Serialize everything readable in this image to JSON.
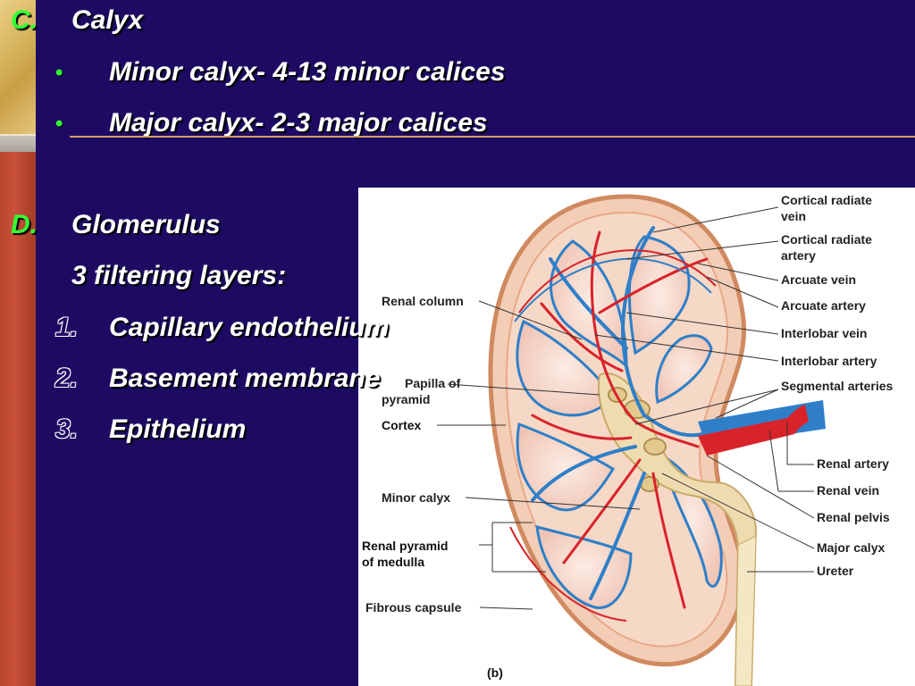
{
  "slide": {
    "section_c": {
      "marker": "C.",
      "title": "Calyx"
    },
    "bullets": [
      {
        "symbol": "•",
        "text": "Minor calyx- 4-13 minor calices"
      },
      {
        "symbol": "•",
        "text": "Major calyx- 2-3 major calices"
      }
    ],
    "section_d": {
      "marker": "D.",
      "title": "Glomerulus",
      "subtitle": "3 filtering layers:"
    },
    "layers": [
      {
        "number": "1.",
        "text": "Capillary endothelium"
      },
      {
        "number": "2.",
        "text": "Basement membrane"
      },
      {
        "number": "3.",
        "text": "Epithelium"
      }
    ]
  },
  "figure": {
    "caption": "(b)",
    "labels_right": {
      "cortical_radiate_vein_1": "Cortical radiate",
      "cortical_radiate_vein_2": "vein",
      "cortical_radiate_artery_1": "Cortical radiate",
      "cortical_radiate_artery_2": "artery",
      "arcuate_vein": "Arcuate vein",
      "arcuate_artery": "Arcuate artery",
      "interlobar_vein": "Interlobar vein",
      "interlobar_artery": "Interlobar artery",
      "segmental_arteries": "Segmental arteries",
      "renal_artery": "Renal artery",
      "renal_vein": "Renal vein",
      "renal_pelvis": "Renal pelvis",
      "major_calyx": "Major calyx",
      "ureter": "Ureter"
    },
    "labels_left": {
      "renal_column": "Renal column",
      "papilla_1": "Papilla of",
      "papilla_2": "pyramid",
      "cortex": "Cortex",
      "minor_calyx": "Minor calyx",
      "renal_pyramid_1": "Renal pyramid",
      "renal_pyramid_2": "of medulla",
      "fibrous_capsule": "Fibrous capsule"
    },
    "colors": {
      "artery": "#d8232a",
      "vein": "#2f7fc8",
      "cortex": "#f2c9b0",
      "pyramid": "#f7ddd0",
      "calyx": "#e8d2a0"
    }
  }
}
